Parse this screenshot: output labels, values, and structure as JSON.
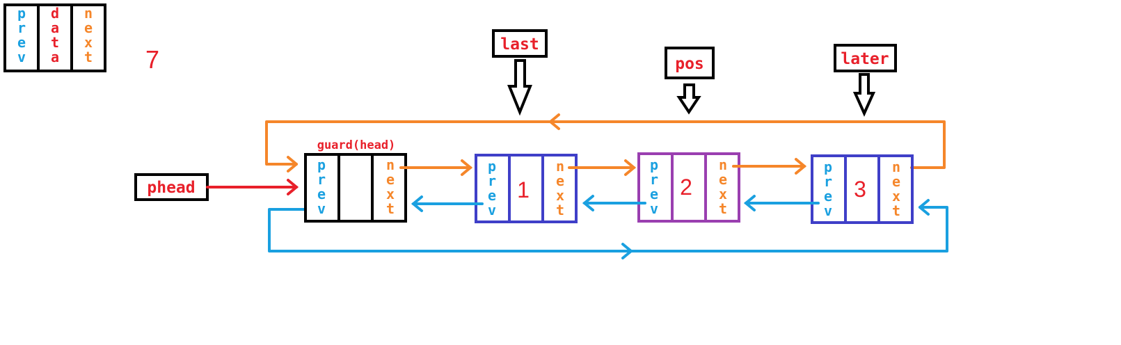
{
  "legend": {
    "prev": "prev",
    "data": "data",
    "next": "next"
  },
  "count_label": "7",
  "pointers": {
    "last": "last",
    "pos": "pos",
    "later": "later",
    "phead": "phead"
  },
  "guard_label": "guard(head)",
  "nodes": [
    {
      "prev": "prev",
      "data": "",
      "next": "next"
    },
    {
      "prev": "prev",
      "data": "1",
      "next": "next"
    },
    {
      "prev": "prev",
      "data": "2",
      "next": "next"
    },
    {
      "prev": "prev",
      "data": "3",
      "next": "next"
    }
  ],
  "colors": {
    "prev": "#1aa0e0",
    "data": "#e8202a",
    "next": "#f5862a",
    "black": "#000000",
    "node_blue": "#3f3fc8",
    "node_purple": "#9a3fb0",
    "arrow_orange": "#f5862a",
    "arrow_blue": "#1aa0e0",
    "arrow_red": "#e8202a"
  }
}
